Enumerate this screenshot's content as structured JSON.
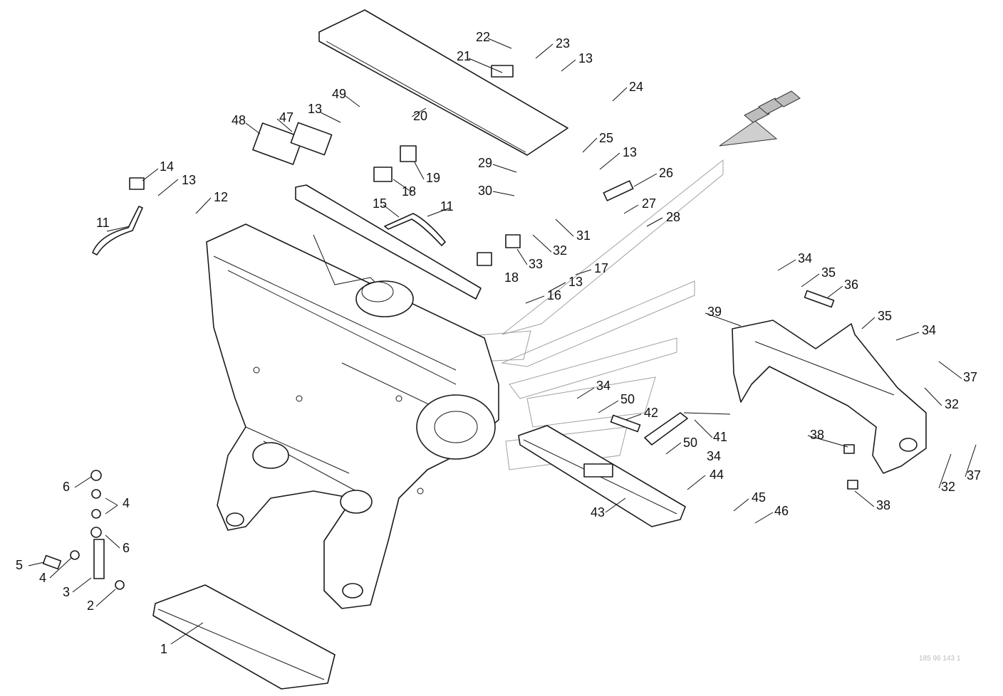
{
  "callouts": [
    {
      "id": "c1",
      "label": "1"
    },
    {
      "id": "c2",
      "label": "2"
    },
    {
      "id": "c3",
      "label": "3"
    },
    {
      "id": "c4a",
      "label": "4"
    },
    {
      "id": "c4b",
      "label": "4"
    },
    {
      "id": "c5",
      "label": "5"
    },
    {
      "id": "c6a",
      "label": "6"
    },
    {
      "id": "c6b",
      "label": "6"
    },
    {
      "id": "c11a",
      "label": "11"
    },
    {
      "id": "c11b",
      "label": "11"
    },
    {
      "id": "c12",
      "label": "12"
    },
    {
      "id": "c13a",
      "label": "13"
    },
    {
      "id": "c13b",
      "label": "13"
    },
    {
      "id": "c13c",
      "label": "13"
    },
    {
      "id": "c13d",
      "label": "13"
    },
    {
      "id": "c13e",
      "label": "13"
    },
    {
      "id": "c14",
      "label": "14"
    },
    {
      "id": "c15",
      "label": "15"
    },
    {
      "id": "c16",
      "label": "16"
    },
    {
      "id": "c17",
      "label": "17"
    },
    {
      "id": "c18a",
      "label": "18"
    },
    {
      "id": "c18b",
      "label": "18"
    },
    {
      "id": "c19",
      "label": "19"
    },
    {
      "id": "c20",
      "label": "20"
    },
    {
      "id": "c21",
      "label": "21"
    },
    {
      "id": "c22",
      "label": "22"
    },
    {
      "id": "c23",
      "label": "23"
    },
    {
      "id": "c24",
      "label": "24"
    },
    {
      "id": "c25",
      "label": "25"
    },
    {
      "id": "c26",
      "label": "26"
    },
    {
      "id": "c27",
      "label": "27"
    },
    {
      "id": "c28",
      "label": "28"
    },
    {
      "id": "c29",
      "label": "29"
    },
    {
      "id": "c30",
      "label": "30"
    },
    {
      "id": "c31",
      "label": "31"
    },
    {
      "id": "c32a",
      "label": "32"
    },
    {
      "id": "c32b",
      "label": "32"
    },
    {
      "id": "c32c",
      "label": "32"
    },
    {
      "id": "c33",
      "label": "33"
    },
    {
      "id": "c34a",
      "label": "34"
    },
    {
      "id": "c34b",
      "label": "34"
    },
    {
      "id": "c34c",
      "label": "34"
    },
    {
      "id": "c34d",
      "label": "34"
    },
    {
      "id": "c35a",
      "label": "35"
    },
    {
      "id": "c35b",
      "label": "35"
    },
    {
      "id": "c36",
      "label": "36"
    },
    {
      "id": "c37a",
      "label": "37"
    },
    {
      "id": "c37b",
      "label": "37"
    },
    {
      "id": "c38a",
      "label": "38"
    },
    {
      "id": "c38b",
      "label": "38"
    },
    {
      "id": "c39",
      "label": "39"
    },
    {
      "id": "c41",
      "label": "41"
    },
    {
      "id": "c42",
      "label": "42"
    },
    {
      "id": "c43",
      "label": "43"
    },
    {
      "id": "c44",
      "label": "44"
    },
    {
      "id": "c45",
      "label": "45"
    },
    {
      "id": "c46",
      "label": "46"
    },
    {
      "id": "c47",
      "label": "47"
    },
    {
      "id": "c48",
      "label": "48"
    },
    {
      "id": "c49",
      "label": "49"
    },
    {
      "id": "c50a",
      "label": "50"
    },
    {
      "id": "c50b",
      "label": "50"
    }
  ],
  "footer_code": "185 96 143 1"
}
